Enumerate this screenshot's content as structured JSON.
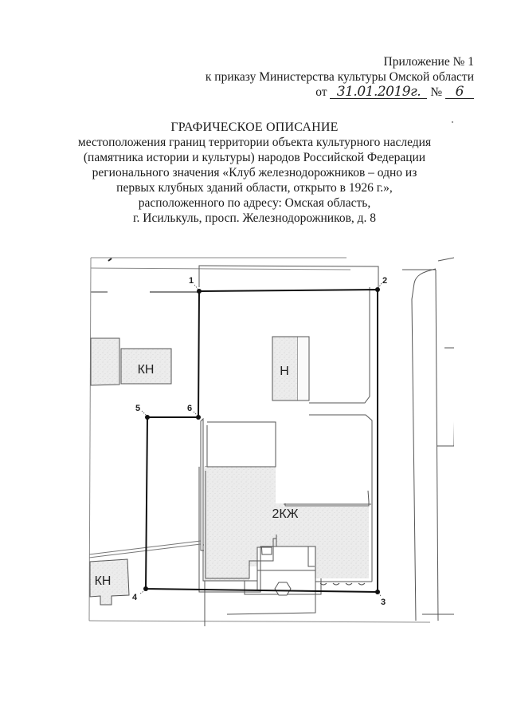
{
  "appendix": {
    "line1": "Приложение № 1",
    "line2": "к приказу Министерства культуры Омской области",
    "from_label": "от",
    "date_handwritten": "31.01.2019г.",
    "number_label": "№",
    "number_handwritten": "6"
  },
  "title": {
    "heading": "ГРАФИЧЕСКОЕ ОПИСАНИЕ",
    "lines": [
      "местоположения границ территории объекта культурного наследия",
      "(памятника истории и культуры) народов Российской Федерации",
      "регионального значения «Клуб железнодорожников – одно из",
      "первых клубных зданий области, открыто в 1926 г.»,",
      "расположенного по адресу: Омская область,",
      "г. Исилькуль, просп. Железнодорожников, д. 8"
    ]
  },
  "map": {
    "boundary_points": [
      {
        "id": "1",
        "label": "1"
      },
      {
        "id": "2",
        "label": "2"
      },
      {
        "id": "3",
        "label": "3"
      },
      {
        "id": "4",
        "label": "4"
      },
      {
        "id": "5",
        "label": "5"
      },
      {
        "id": "6",
        "label": "6"
      }
    ],
    "buildings": {
      "kn_top": "КН",
      "n": "Н",
      "main": "2КЖ",
      "kn_bottom": "КН"
    },
    "colors": {
      "boundary": "#111111",
      "outline": "#555555",
      "fill": "#e9e9e9"
    }
  }
}
